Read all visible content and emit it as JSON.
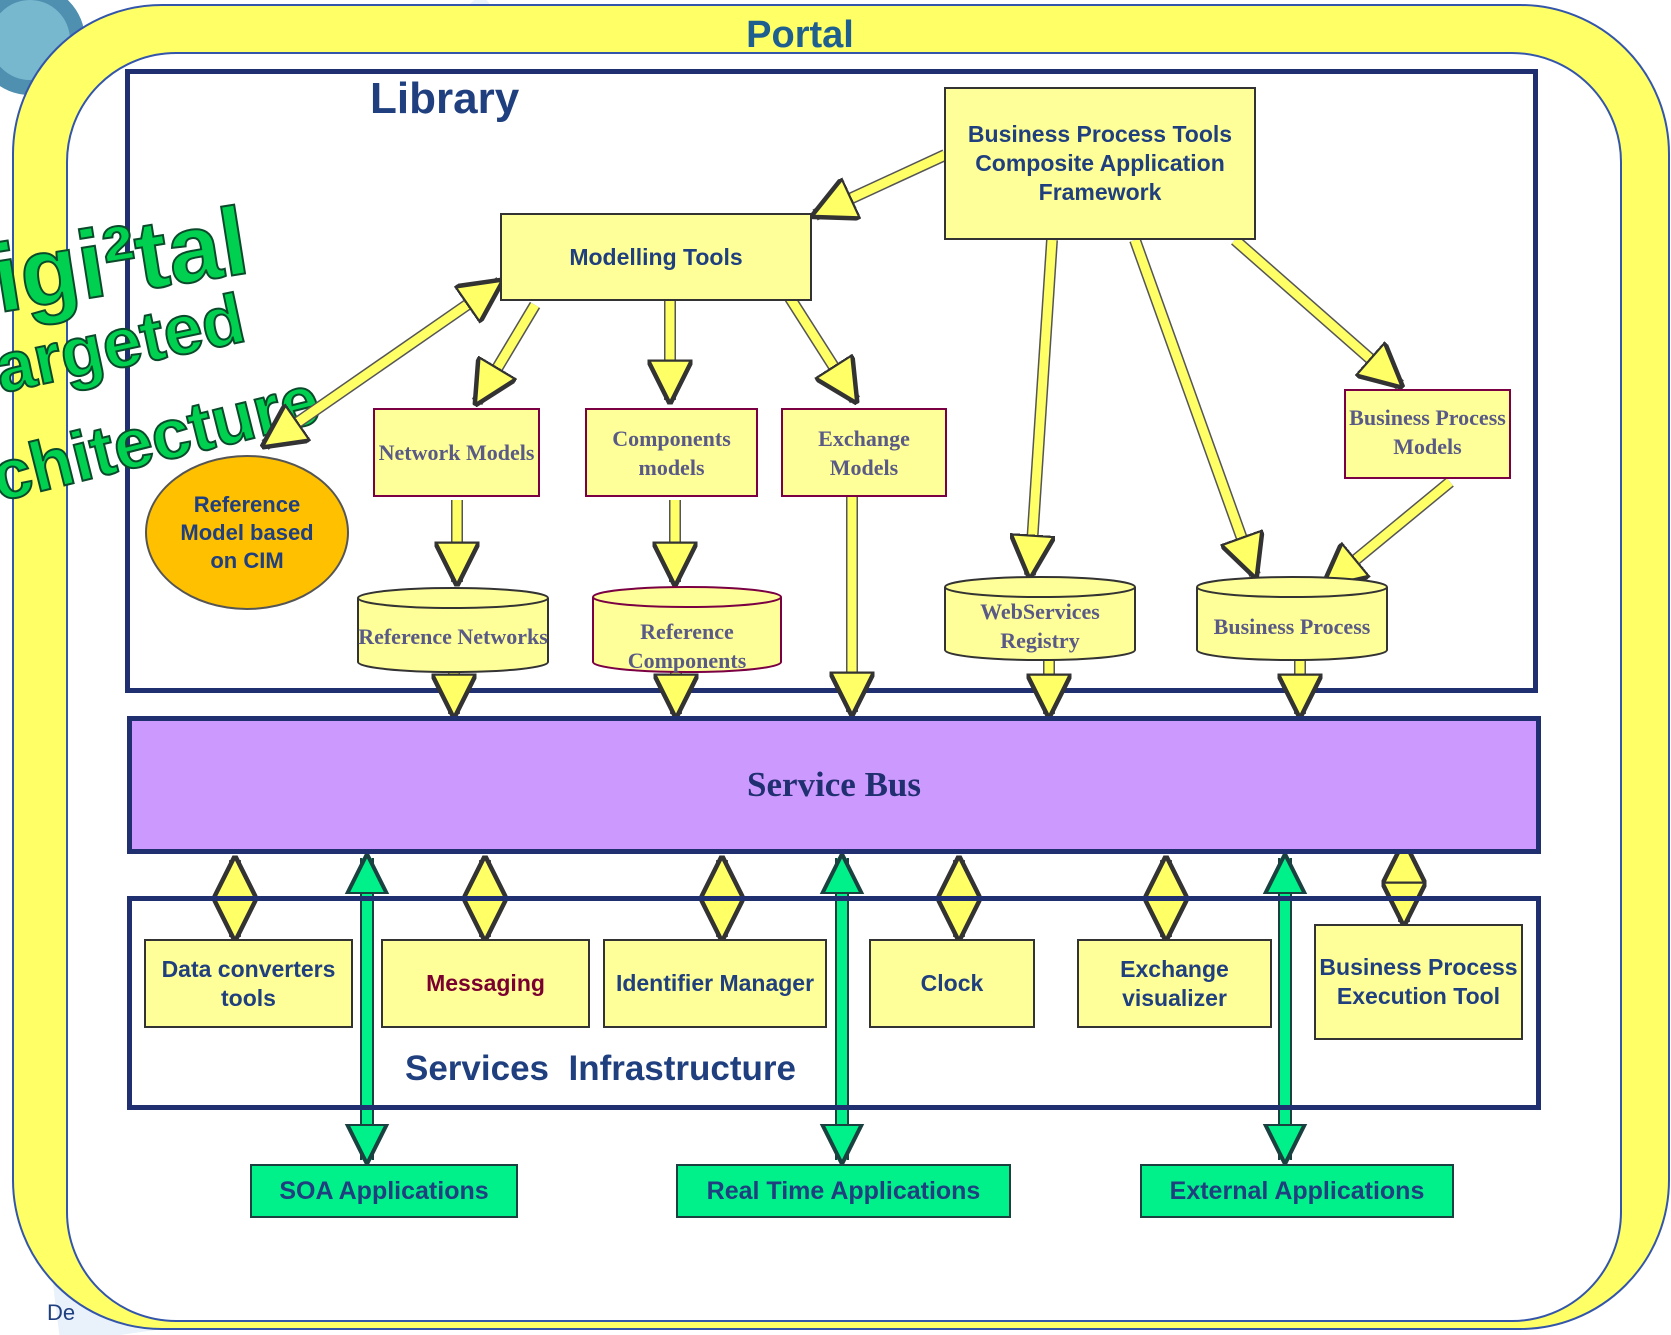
{
  "portal_label": "Portal",
  "library_label": "Library",
  "watermark": {
    "line1": "igi²tal",
    "line2": "argeted",
    "line3": "chitecture"
  },
  "footer_fragment": "De",
  "colors": {
    "portal_frame": "#ffff66",
    "box_fill": "#ffff99",
    "service_bus": "#cc99ff",
    "apps": "#00f08a",
    "reference_model": "#ffc000",
    "navy": "#1f3f7f"
  },
  "library": {
    "bp_tools": "Business Process Tools Composite Application Framework",
    "modelling_tools": "Modelling Tools",
    "reference_model": "Reference Model based on CIM",
    "network_models": "Network Models",
    "components_models": "Components models",
    "exchange_models": "Exchange Models",
    "bp_models": "Business Process Models",
    "reference_networks": "Reference Networks",
    "reference_components": "Reference Components",
    "webservices_registry": "WebServices Registry",
    "business_process": "Business Process"
  },
  "service_bus": "Service Bus",
  "services": {
    "title": "Services  Infrastructure",
    "data_converters": "Data converters tools",
    "messaging": "Messaging",
    "identifier_manager": "Identifier Manager",
    "clock": "Clock",
    "exchange_visualizer": "Exchange visualizer",
    "bp_execution": "Business Process Execution Tool"
  },
  "applications": {
    "soa": "SOA Applications",
    "real_time": "Real Time Applications",
    "external": "External Applications"
  }
}
